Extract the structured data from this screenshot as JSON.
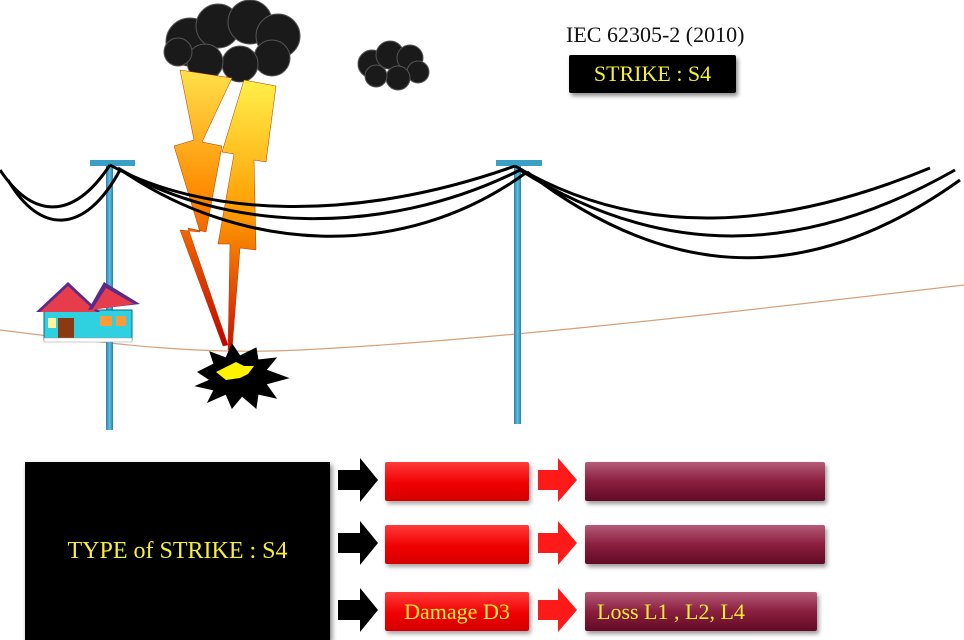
{
  "standard": "IEC 62305-2 (2010)",
  "strike_badge": "STRIKE : S4",
  "type_of_strike": "TYPE of STRIKE : S4",
  "rows": [
    {
      "damage": "",
      "loss": ""
    },
    {
      "damage": "",
      "loss": ""
    },
    {
      "damage": "Damage D3",
      "loss": "Loss L1 , L2, L4"
    }
  ],
  "colors": {
    "label_text": "#f5ef3a",
    "damage_box": "#f00000",
    "loss_box": "#8a1f3f",
    "pole": "#3a9fc4",
    "ground_line": "#d9a07a"
  },
  "icons": [
    "storm-cloud-icon",
    "lightning-bolt-icon",
    "house-icon",
    "impact-flash-icon"
  ]
}
